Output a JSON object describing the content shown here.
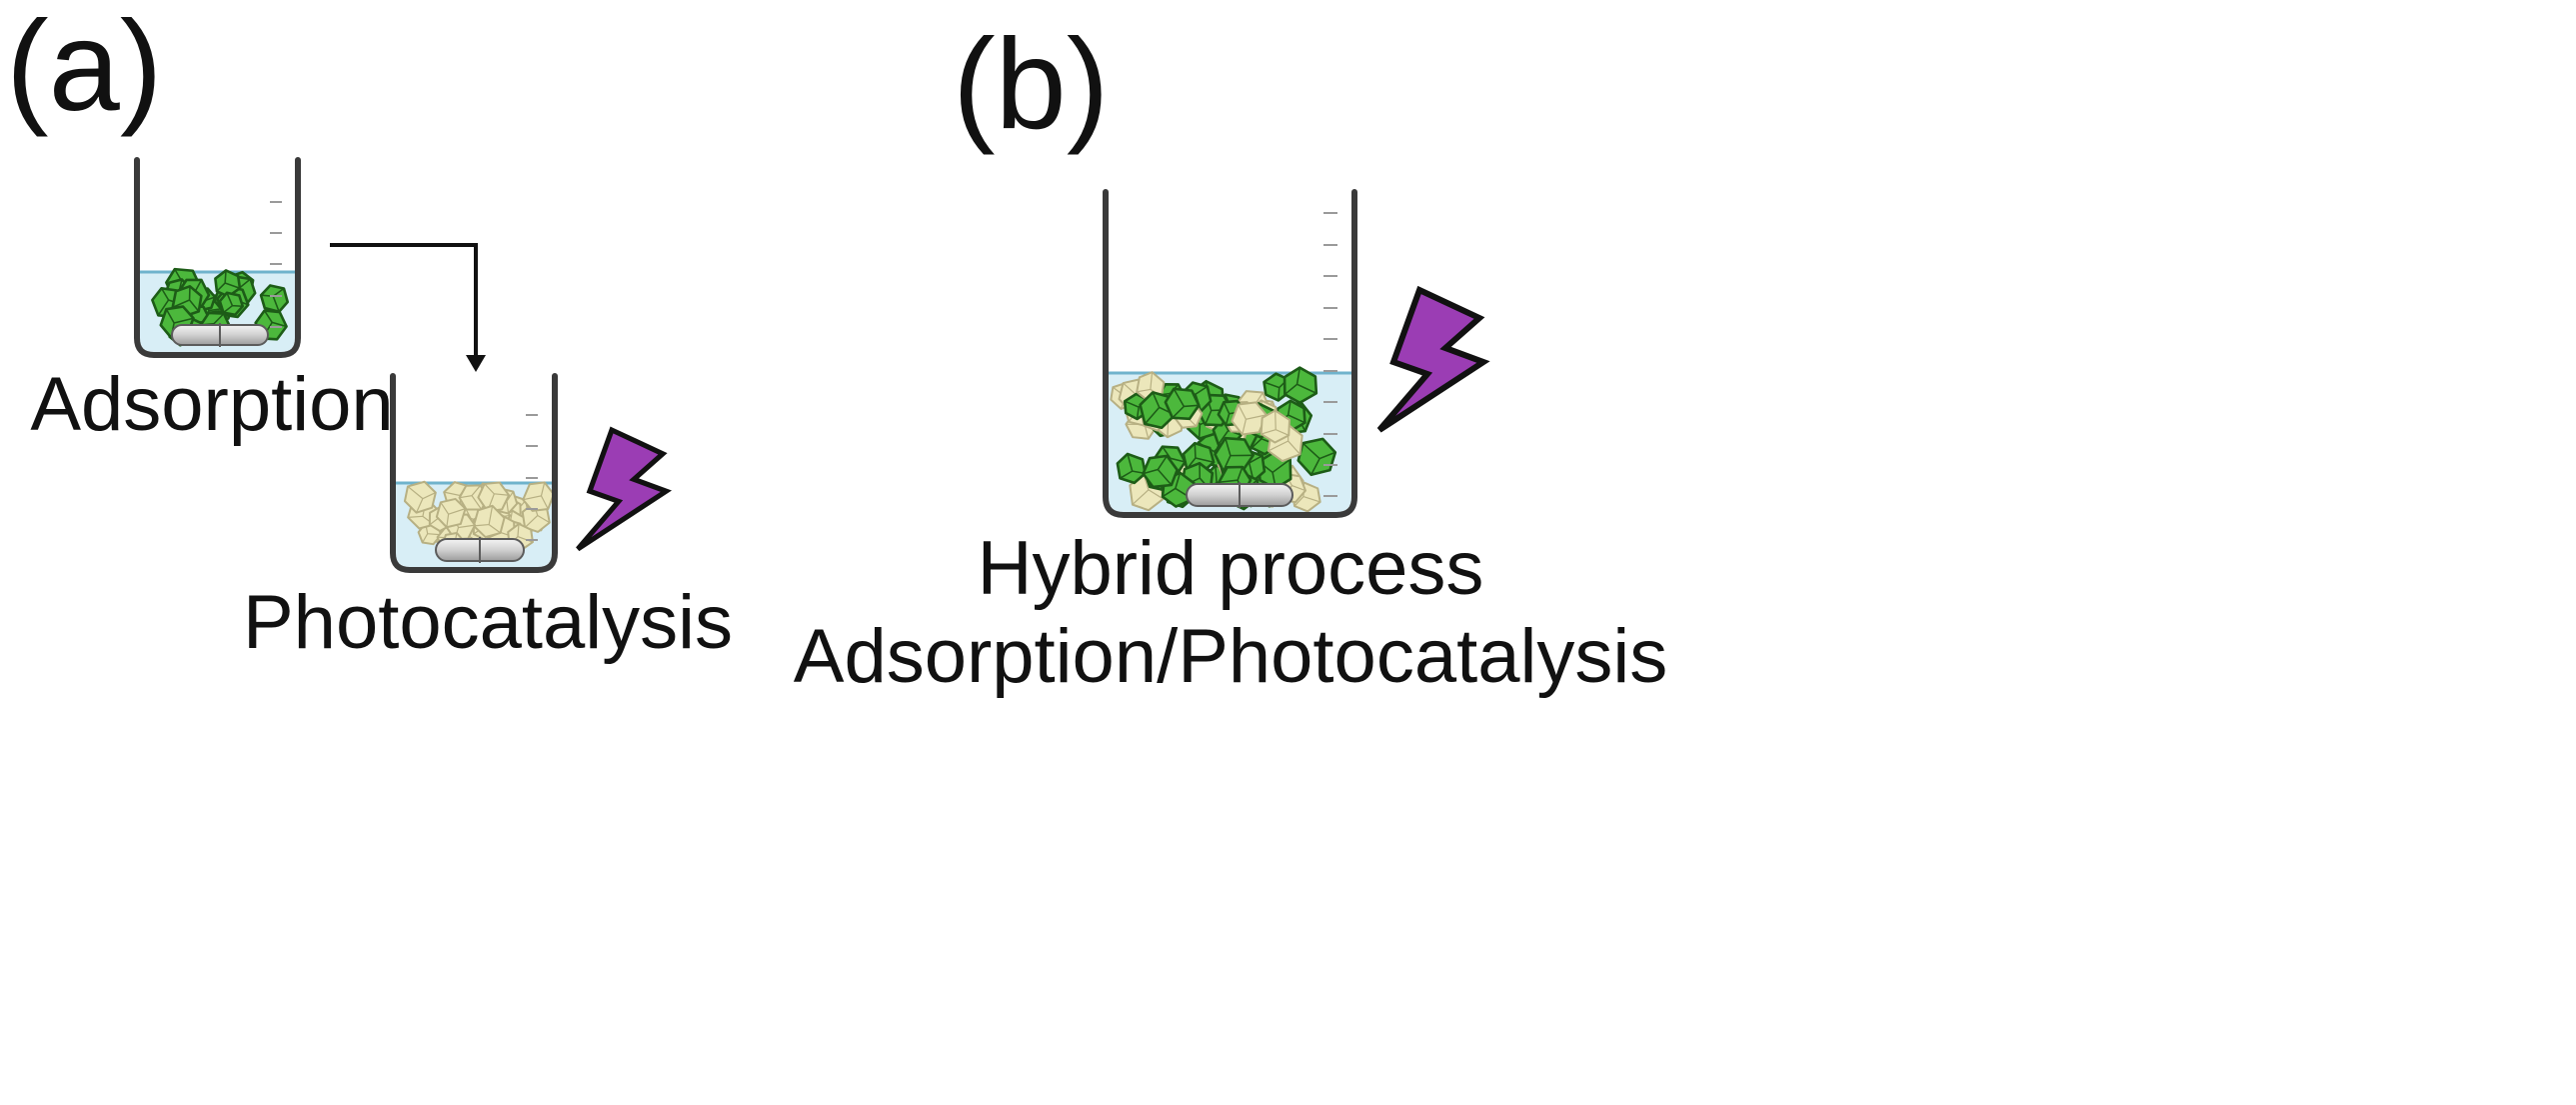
{
  "panel_a": {
    "letter": "(a)",
    "step1_caption": "Adsorption",
    "step2_caption": "Photocatalysis"
  },
  "panel_b": {
    "letter": "(b)",
    "caption_line1": "Hybrid process",
    "caption_line2": "Adsorption/Photocatalysis"
  },
  "colors": {
    "beaker_outline": "#3a3a3a",
    "liquid": "#d8eef6",
    "liquid_surface": "#6fb3cc",
    "scale_marks": "#9a9a9a",
    "adsorbent_green": "#4cb83c",
    "adsorbent_dark_green": "#1d5c17",
    "photocatalyst_beige": "#ece7bb",
    "photocatalyst_edge": "#b7b083",
    "lightning": "#9b3db4",
    "arrow": "#111111",
    "stir_bar": "#d6d6d6"
  },
  "icons": {
    "light_source": "lightning-bolt-icon",
    "stirrer": "stir-bar-icon"
  }
}
